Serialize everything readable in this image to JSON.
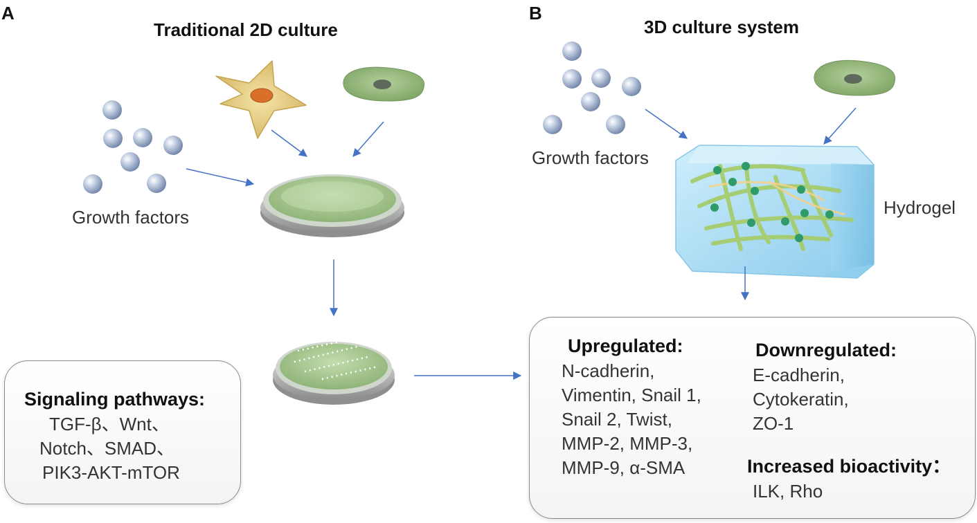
{
  "panel_a": {
    "letter": "A",
    "title": "Traditional 2D culture",
    "growth_label": "Growth factors",
    "signaling": {
      "heading": "Signaling pathways:",
      "lines": [
        "TGF-β、Wnt、",
        "Notch、SMAD、",
        "PIK3-AKT-mTOR"
      ]
    }
  },
  "panel_b": {
    "letter": "B",
    "title": "3D culture system",
    "growth_label": "Growth factors",
    "hydrogel_label": "Hydrogel",
    "upregulated": {
      "heading": "Upregulated:",
      "lines": [
        "N-cadherin,",
        "Vimentin, Snail 1,",
        "Snail 2, Twist,",
        "MMP-2, MMP-3,",
        "MMP-9, α-SMA"
      ]
    },
    "downregulated": {
      "heading": "Downregulated:",
      "lines": [
        "E-cadherin,",
        "Cytokeratin,",
        "ZO-1"
      ]
    },
    "bioactivity": {
      "heading": "Increased bioactivity：",
      "lines": [
        "ILK, Rho"
      ]
    }
  },
  "colors": {
    "arrow": "#4472c4",
    "dish_green": "#a9c98f",
    "cell_green": "#8fb478",
    "star_cell": "#ead28a",
    "nucleus_orange": "#d9702a",
    "hydrogel_blue": "#a9dcf4",
    "fiber": "#a6cc6e",
    "node": "#2f9a6a",
    "sphere": "#9fb1cc"
  }
}
